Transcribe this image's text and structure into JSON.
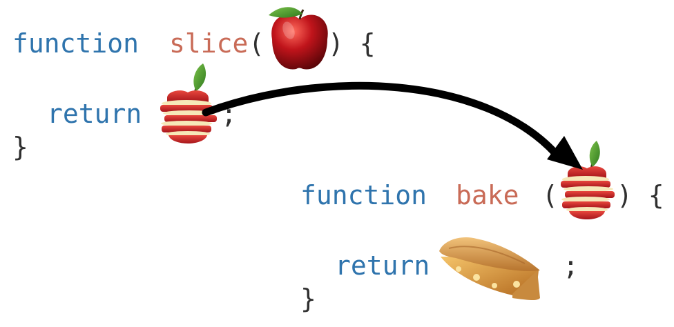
{
  "block1": {
    "keyword": "function",
    "name": "slice",
    "open_paren": "(",
    "close_paren_brace": ") {",
    "return_keyword": "return",
    "semicolon": ";",
    "close_brace": "}"
  },
  "block2": {
    "keyword": "function",
    "name": "bake",
    "open_paren": "(",
    "close_paren_brace": ") {",
    "return_keyword": "return",
    "semicolon": ";",
    "close_brace": "}"
  },
  "colors": {
    "keyword": "#2f74ad",
    "function_name": "#c96b57",
    "punctuation": "#2f2f2f",
    "apple_red": "#c0141b",
    "leaf_green": "#4c9a2a",
    "pie_crust": "#d79a3c",
    "arrow": "#000000"
  },
  "icons": {
    "param1": "whole-apple-icon",
    "return1": "sliced-apple-icon",
    "param2": "sliced-apple-icon",
    "return2": "apple-pie-slice-icon",
    "connector": "curved-arrow"
  }
}
